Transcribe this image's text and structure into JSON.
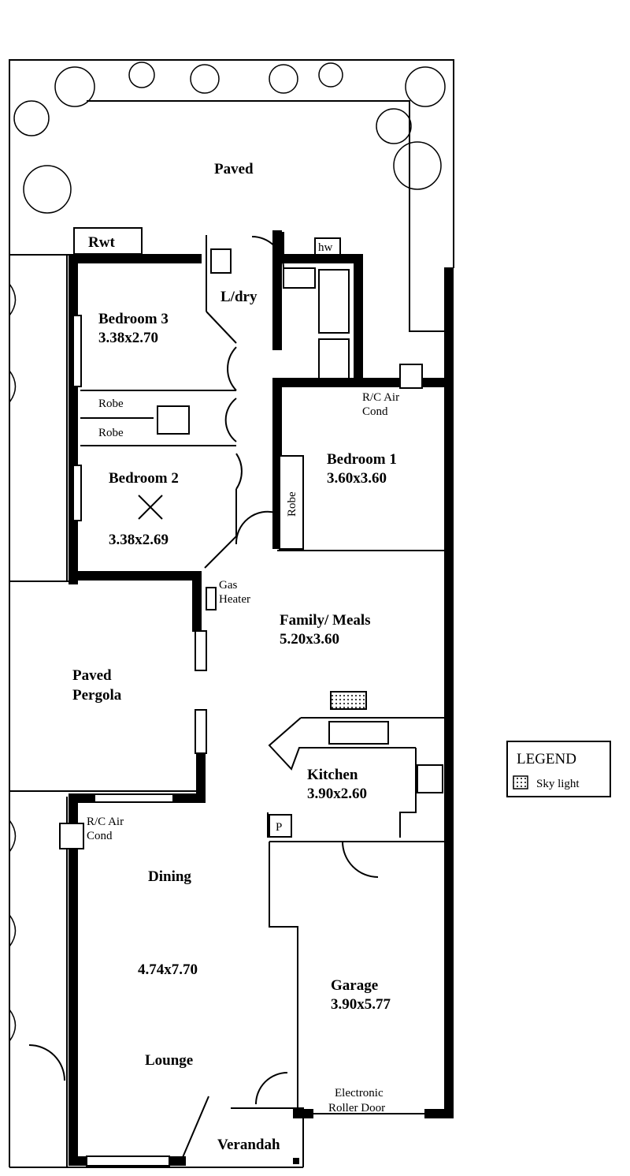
{
  "rooms": {
    "paved": "Paved",
    "rwt": "Rwt",
    "hw": "hw",
    "laundry": "L/dry",
    "bedroom3": {
      "name": "Bedroom 3",
      "size": "3.38x2.70"
    },
    "robe1": "Robe",
    "robe2": "Robe",
    "robe3": "Robe",
    "aircon_top": {
      "line1": "R/C Air",
      "line2": "Cond"
    },
    "bedroom1": {
      "name": "Bedroom 1",
      "size": "3.60x3.60"
    },
    "bedroom2": {
      "name": "Bedroom 2",
      "size": "3.38x2.69"
    },
    "gas_heater": {
      "line1": "Gas",
      "line2": "Heater"
    },
    "family": {
      "name": "Family/ Meals",
      "size": "5.20x3.60"
    },
    "pergola": {
      "line1": "Paved",
      "line2": "Pergola"
    },
    "kitchen": {
      "name": "Kitchen",
      "size": "3.90x2.60"
    },
    "pantry": "P",
    "aircon_bottom": {
      "line1": "R/C Air",
      "line2": "Cond"
    },
    "dining": "Dining",
    "dining_lounge_size": "4.74x7.70",
    "lounge": "Lounge",
    "garage": {
      "name": "Garage",
      "size": "3.90x5.77"
    },
    "roller_door": {
      "line1": "Electronic",
      "line2": "Roller Door"
    },
    "verandah": "Verandah"
  },
  "legend": {
    "title": "LEGEND",
    "items": [
      {
        "label": "Sky light"
      }
    ]
  }
}
